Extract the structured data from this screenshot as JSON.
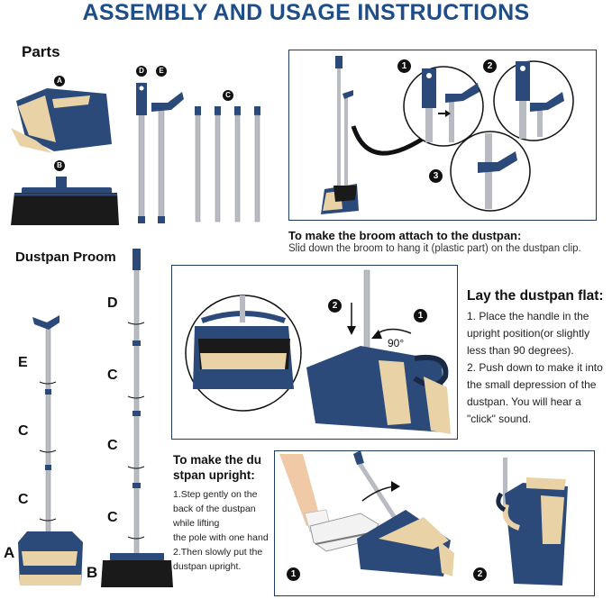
{
  "title": "ASSEMBLY AND USAGE INSTRUCTIONS",
  "parts": {
    "heading": "Parts",
    "label_a": "A",
    "label_b": "B",
    "label_c": "C",
    "label_d": "D",
    "label_e": "E"
  },
  "attach": {
    "step1": "1",
    "step2": "2",
    "step3": "3",
    "heading": "To make the broom attach to the dustpan:",
    "text": "Slid down the broom to hang it (plastic part) on the dustpan clip."
  },
  "dustpan_proom": {
    "heading": "Dustpan Proom",
    "left_labels": [
      "E",
      "C",
      "C"
    ],
    "right_labels": [
      "D",
      "C",
      "C",
      "C"
    ],
    "bottom_a": "A",
    "bottom_b": "B"
  },
  "lay_flat": {
    "heading": "Lay the dustpan flat:",
    "step1": "1. Place the handle in the upright position(or slightly less than 90 degrees).",
    "step2": "2. Push down to make it into the small depression of the dustpan. You will hear a \"click\" sound.",
    "angle": "90°",
    "num1": "1",
    "num2": "2"
  },
  "upright": {
    "heading_line1": "To make the du",
    "heading_line2": "stpan upright:",
    "lines": [
      "1.Step gently on the",
      "back of the dustpan",
      "while lifting",
      "the pole with one hand",
      "2.Then slowly put the",
      "dustpan upright."
    ],
    "num1": "1",
    "num2": "2"
  },
  "colors": {
    "navy": "#2b4a7a",
    "beige": "#e9d3a6",
    "steel": "#b8bcc2",
    "title_blue": "#1d4e8a"
  }
}
